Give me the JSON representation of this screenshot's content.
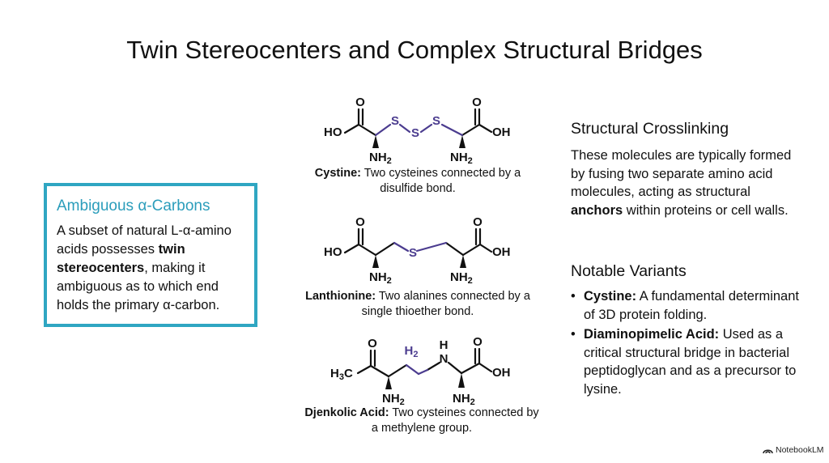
{
  "title": "Twin Stereocenters and Complex Structural Bridges",
  "colors": {
    "accent_box": "#2fa6c2",
    "heading_blue": "#2b9dbb",
    "bond_purple": "#4b3c8f"
  },
  "left_box": {
    "heading": "Ambiguous α-Carbons",
    "text_before": "A subset of natural L-α-amino acids possesses ",
    "text_bold": "twin stereocenters",
    "text_after": ", making it ambiguous as to which end holds the primary α-carbon."
  },
  "molecules": {
    "cystine": {
      "labels": {
        "o_left": "O",
        "ho": "HO",
        "s1": "S",
        "s2": "S",
        "s3": "S",
        "o_right": "O",
        "oh": "OH",
        "nh2_left": "NH2",
        "nh2_right": "NH2"
      },
      "caption_name": "Cystine:",
      "caption_text": " Two cysteines connected by a disulfide bond."
    },
    "lanthionine": {
      "labels": {
        "o_left": "O",
        "ho": "HO",
        "s": "S",
        "o_right": "O",
        "oh": "OH",
        "nh2_left": "NH2",
        "nh2_right": "NH2"
      },
      "caption_name": "Lanthionine:",
      "caption_text": " Two alanines connected by a single thioether bond."
    },
    "djenkolic": {
      "labels": {
        "o_left": "O",
        "h3c": "H3C",
        "h2": "H2",
        "n": "N",
        "h": "H",
        "o_right": "O",
        "oh": "OH",
        "nh2_left": "NH2",
        "nh2_right": "NH2"
      },
      "caption_name": "Djenkolic Acid:",
      "caption_text": " Two cysteines connected by a methylene group."
    }
  },
  "crosslinking": {
    "heading": "Structural Crosslinking",
    "text_before": "These molecules are typically formed by fusing two separate amino acid molecules, acting as structural ",
    "text_bold": "anchors",
    "text_after": " within proteins or cell walls."
  },
  "variants": {
    "heading": "Notable Variants",
    "items": [
      {
        "bullet": "•",
        "name": "Cystine:",
        "text": " A fundamental determinant of 3D protein folding."
      },
      {
        "bullet": "•",
        "name": "Diaminopimelic Acid:",
        "text": " Used as a critical structural bridge in bacterial peptidoglycan and as a precursor to lysine."
      }
    ]
  },
  "brand": {
    "icon": "notebook-icon",
    "label": "NotebookLM"
  }
}
